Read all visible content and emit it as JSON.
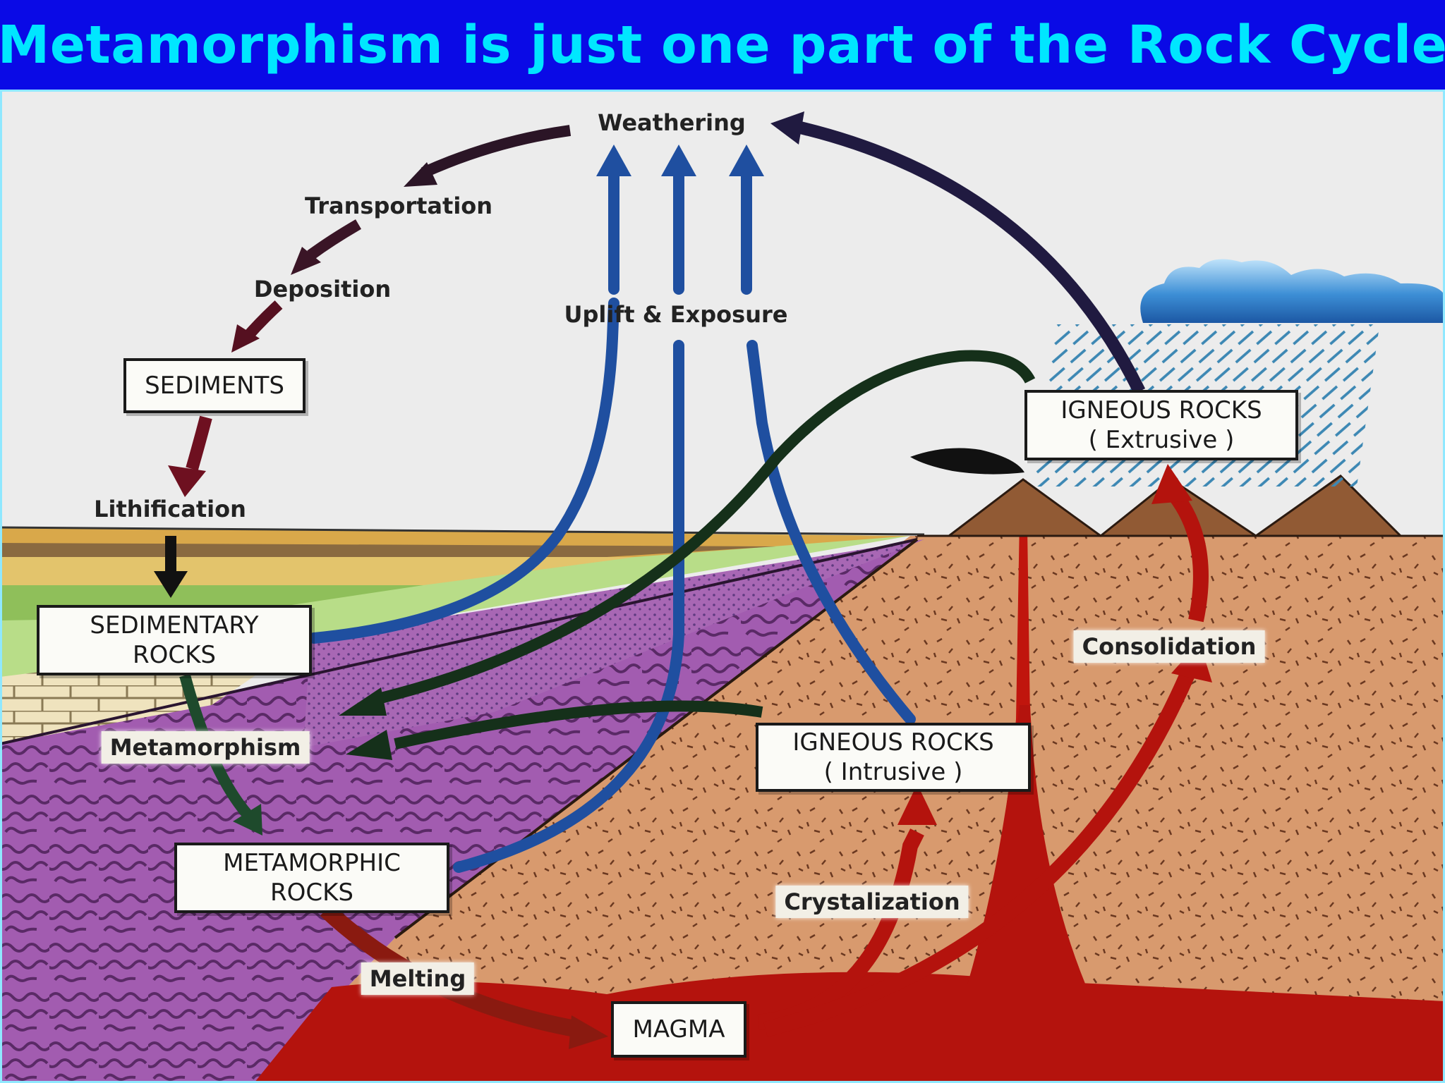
{
  "title": "Metamorphism is just one part of the Rock Cycle",
  "colors": {
    "title_bar": "#0a0ae6",
    "title_text": "#00e6ff",
    "uplift_arrow": "#1f4fa0",
    "sediment_arrow": "#6e1020",
    "weathering_arrow": "#201a40",
    "metamorphism_arrow": "#15301a",
    "magma": "#b4130d"
  },
  "processes": {
    "weathering": "Weathering",
    "transportation": "Transportation",
    "deposition": "Deposition",
    "lithification": "Lithification",
    "uplift": "Uplift & Exposure",
    "metamorphism": "Metamorphism",
    "consolidation": "Consolidation",
    "crystalization": "Crystalization",
    "melting": "Melting"
  },
  "boxes": {
    "sediments": "SEDIMENTS",
    "sedimentary": [
      "SEDIMENTARY",
      "ROCKS"
    ],
    "metamorphic": [
      "METAMORPHIC",
      "ROCKS"
    ],
    "igneous_intrusive": [
      "IGNEOUS ROCKS",
      "( Intrusive )"
    ],
    "igneous_extrusive": [
      "IGNEOUS ROCKS",
      "( Extrusive )"
    ],
    "magma": "MAGMA"
  },
  "icons": [
    "rain-cloud-icon",
    "volcano-icon",
    "mountain-icon"
  ]
}
